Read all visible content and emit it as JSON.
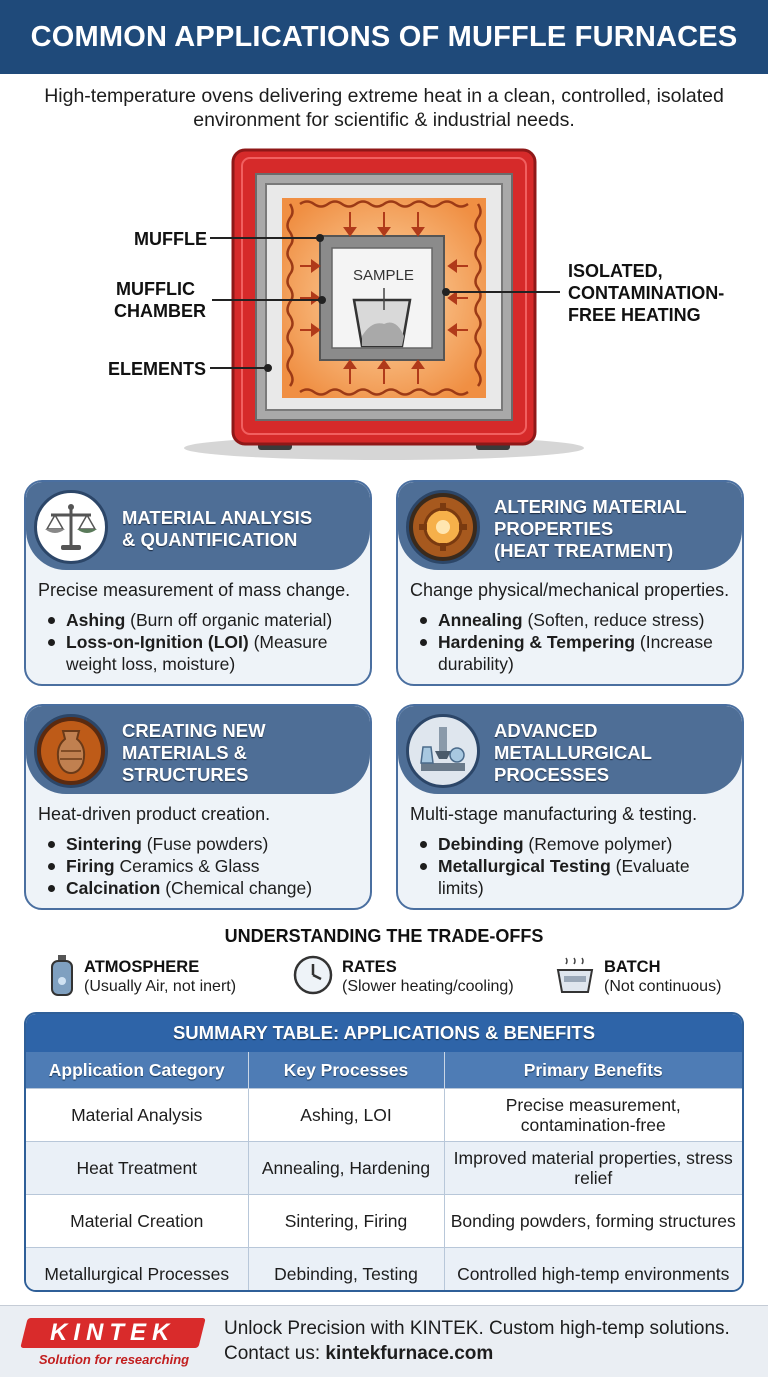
{
  "header": {
    "title": "COMMON APPLICATIONS OF MUFFLE FURNACES"
  },
  "subtitle": "High-temperature ovens delivering extreme heat in a clean, controlled, isolated environment for scientific & industrial needs.",
  "diagram": {
    "labels": {
      "muffle": "MUFFLE",
      "chamber_1": "MUFFLIC",
      "chamber_2": "CHAMBER",
      "elements": "ELEMENTS",
      "sample": "SAMPLE",
      "isolated_1": "ISOLATED,",
      "isolated_2": "CONTAMINATION-",
      "isolated_3": "FREE HEATING"
    },
    "colors": {
      "body": "#d62a2a",
      "heat": "#f08a3a",
      "element": "#b03a1a"
    }
  },
  "cards": [
    {
      "title_1": "MATERIAL ANALYSIS",
      "title_2": "& QUANTIFICATION",
      "icon": "balance-scale-icon",
      "desc": "Precise measurement of mass change.",
      "items": [
        {
          "bold": "Ashing",
          "rest": " (Burn off organic material)"
        },
        {
          "bold": "Loss-on-Ignition (LOI)",
          "rest": " (Measure weight loss, moisture)"
        }
      ]
    },
    {
      "title_1": "ALTERING MATERIAL",
      "title_2": "PROPERTIES",
      "title_3": "(HEAT TREATMENT)",
      "icon": "glowing-gear-icon",
      "desc": "Change physical/mechanical properties.",
      "items": [
        {
          "bold": "Annealing",
          "rest": " (Soften, reduce stress)"
        },
        {
          "bold": "Hardening & Tempering",
          "rest": " (Increase durability)"
        }
      ]
    },
    {
      "title_1": "CREATING NEW",
      "title_2": "MATERIALS &",
      "title_3": "STRUCTURES",
      "icon": "ceramic-vase-icon",
      "desc": "Heat-driven product creation.",
      "items": [
        {
          "bold": "Sintering",
          "rest": " (Fuse powders)"
        },
        {
          "bold": "Firing",
          "rest": " Ceramics & Glass"
        },
        {
          "bold": "Calcination",
          "rest": " (Chemical change)"
        }
      ]
    },
    {
      "title_1": "ADVANCED",
      "title_2": "METALLURGICAL",
      "title_3": "PROCESSES",
      "icon": "lab-equipment-icon",
      "desc": "Multi-stage manufacturing & testing.",
      "items": [
        {
          "bold": "Debinding",
          "rest": " (Remove polymer)"
        },
        {
          "bold": "Metallurgical Testing",
          "rest": " (Evaluate limits)"
        }
      ]
    }
  ],
  "tradeoffs": {
    "title": "UNDERSTANDING THE TRADE-OFFS",
    "items": [
      {
        "name": "ATMOSPHERE",
        "desc": "(Usually Air, not inert)",
        "icon": "gas-cylinder-icon"
      },
      {
        "name": "RATES",
        "desc": "(Slower heating/cooling)",
        "icon": "clock-icon"
      },
      {
        "name": "BATCH",
        "desc": "(Not continuous)",
        "icon": "batch-tray-icon"
      }
    ]
  },
  "summary_table": {
    "title": "SUMMARY TABLE: APPLICATIONS & BENEFITS",
    "headers": [
      "Application Category",
      "Key Processes",
      "Primary Benefits"
    ],
    "rows": [
      [
        "Material Analysis",
        "Ashing, LOI",
        "Precise measurement, contamination-free"
      ],
      [
        "Heat Treatment",
        "Annealing, Hardening",
        "Improved material properties, stress relief"
      ],
      [
        "Material Creation",
        "Sintering, Firing",
        "Bonding powders, forming structures"
      ],
      [
        "Metallurgical Processes",
        "Debinding, Testing",
        "Controlled high-temp environments"
      ]
    ]
  },
  "footer": {
    "logo_text": "KINTEK",
    "logo_tagline": "Solution for researching",
    "line1": "Unlock Precision with KINTEK. Custom high-temp solutions.",
    "line2_prefix": "Contact us: ",
    "line2_link": "kintekfurnace.com",
    "colors": {
      "brand": "#d92b2b"
    }
  }
}
